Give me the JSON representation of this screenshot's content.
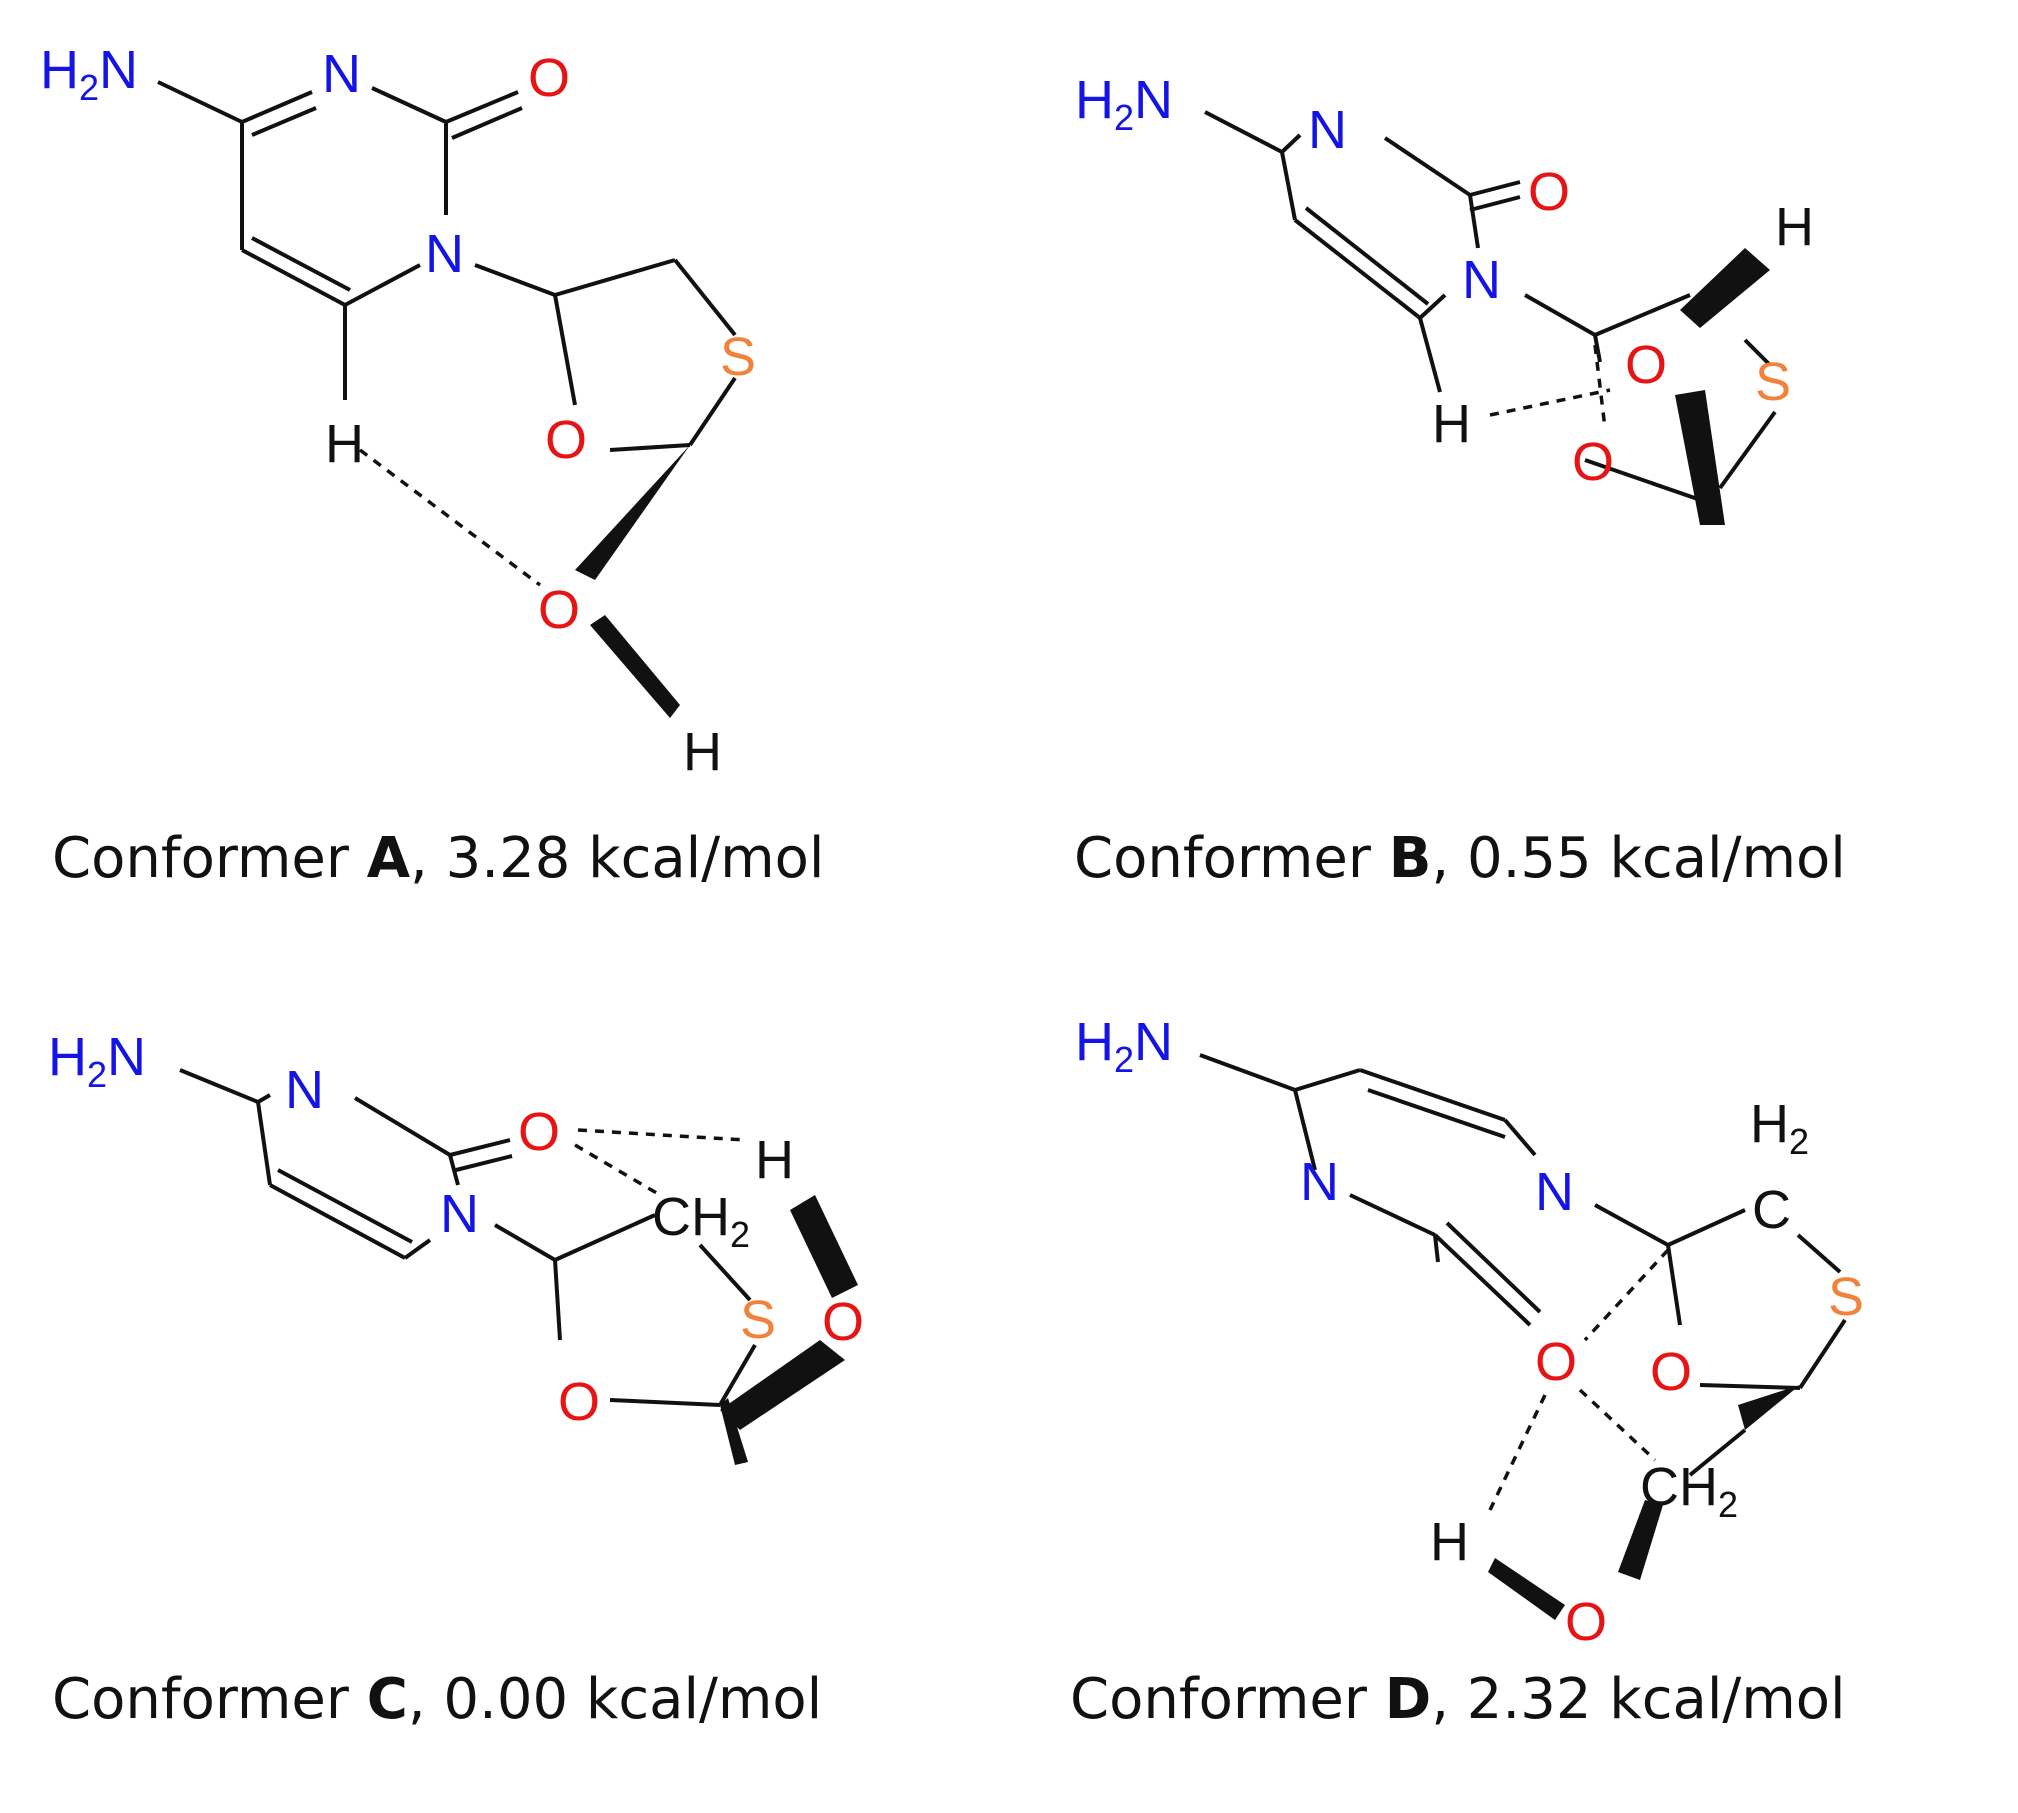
{
  "colors": {
    "nitrogen": "#1414e6",
    "oxygen": "#e61414",
    "sulfur": "#f0823c",
    "carbon_hydrogen": "#111111",
    "background": "#ffffff"
  },
  "atoms": {
    "N": "N",
    "O": "O",
    "S": "S",
    "H": "H",
    "C": "C",
    "H2": "H",
    "two": "2"
  },
  "conformers": [
    {
      "prefix": "Conformer ",
      "letter": "A",
      "energy": ", 3.28 kcal/mol"
    },
    {
      "prefix": "Conformer ",
      "letter": "B",
      "energy": ", 0.55 kcal/mol"
    },
    {
      "prefix": "Conformer ",
      "letter": "C",
      "energy": ", 0.00 kcal/mol"
    },
    {
      "prefix": "Conformer ",
      "letter": "D",
      "energy": ", 2.32 kcal/mol"
    }
  ]
}
